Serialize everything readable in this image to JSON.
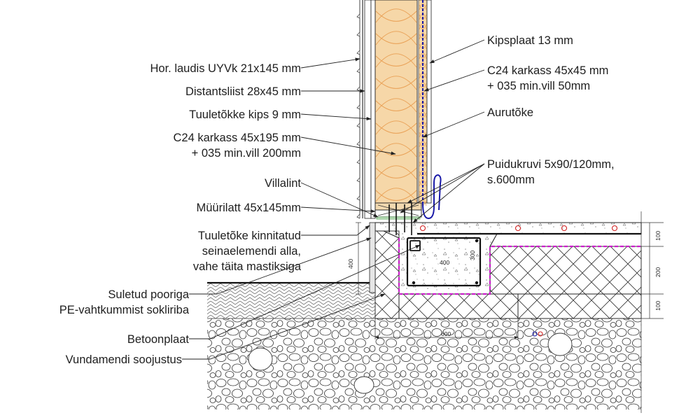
{
  "labels_left": [
    {
      "id": "hor-laudis",
      "lines": [
        "Hor. laudis UYVk 21x145 mm"
      ]
    },
    {
      "id": "distantsliist",
      "lines": [
        "Distantsliist 28x45 mm"
      ]
    },
    {
      "id": "tuuletokke",
      "lines": [
        "Tuuletõkke kips 9 mm"
      ]
    },
    {
      "id": "c24-karkass-195",
      "lines": [
        "C24 karkass 45x195 mm",
        "+ 035 min.vill 200mm"
      ]
    },
    {
      "id": "villalint",
      "lines": [
        "Villalint"
      ]
    },
    {
      "id": "muurilatt",
      "lines": [
        "Müürilatt 45x145mm"
      ]
    },
    {
      "id": "tuuletoke-kinnitatud",
      "lines": [
        "Tuuletõke kinnitatud",
        "seinaelemendi alla,",
        "vahe täita mastiksiga"
      ]
    },
    {
      "id": "suletud-pooriga",
      "lines": [
        "Suletud pooriga",
        "PE-vahtkummist sokliriba"
      ]
    },
    {
      "id": "betoonplaat",
      "lines": [
        "Betoonplaat"
      ]
    },
    {
      "id": "vundamendi-soojustus",
      "lines": [
        "Vundamendi soojustus"
      ]
    }
  ],
  "labels_right": [
    {
      "id": "kipsplaat",
      "lines": [
        "Kipsplaat 13 mm"
      ]
    },
    {
      "id": "c24-karkass-45",
      "lines": [
        "C24 karkass 45x45 mm",
        "+ 035 min.vill 50mm"
      ]
    },
    {
      "id": "aurutoke",
      "lines": [
        "Aurutõke"
      ]
    },
    {
      "id": "puidukruvi",
      "lines": [
        "Puidukruvi 5x90/120mm,",
        "s.600mm"
      ]
    }
  ],
  "dimensions": {
    "plinth_height": "400",
    "beam_width": "400",
    "beam_height": "300",
    "footing_width": "600",
    "slab_layer_top": "100",
    "slab_layer_mid": "200",
    "slab_layer_bottom": "100"
  },
  "colors": {
    "insulation": "#f6d7a8",
    "insulation_curve": "#e9a055",
    "vapor_barrier": "#1a1aa8",
    "pe_strip": "#cc1fcc",
    "rebar_marks": "#d22222",
    "lines": "#222222"
  }
}
